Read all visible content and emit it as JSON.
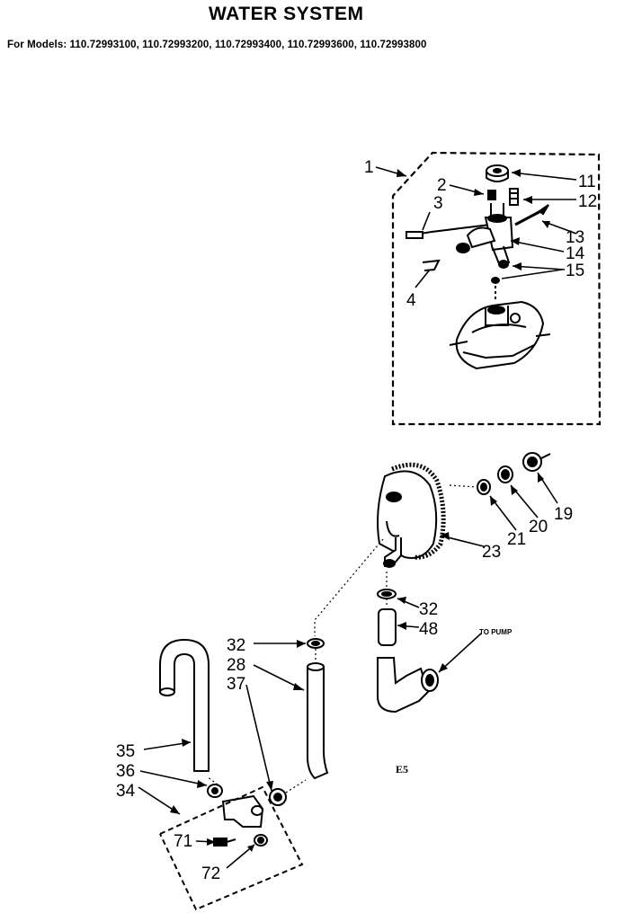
{
  "title": "WATER SYSTEM",
  "models_line": "For Models: 110.72993100, 110.72993200, 110.72993400, 110.72993600, 110.72993800",
  "callouts": {
    "c1": "1",
    "c2": "2",
    "c3": "3",
    "c4": "4",
    "c11": "11",
    "c12": "12",
    "c13": "13",
    "c14": "14",
    "c15": "15",
    "c19": "19",
    "c20": "20",
    "c21": "21",
    "c23": "23",
    "c32a": "32",
    "c48": "48",
    "c32b": "32",
    "c28": "28",
    "c37": "37",
    "c35": "35",
    "c36": "36",
    "c34": "34",
    "c71": "71",
    "c72": "72"
  },
  "to_pump_label": "TO PUMP",
  "diagram_code": "E5"
}
